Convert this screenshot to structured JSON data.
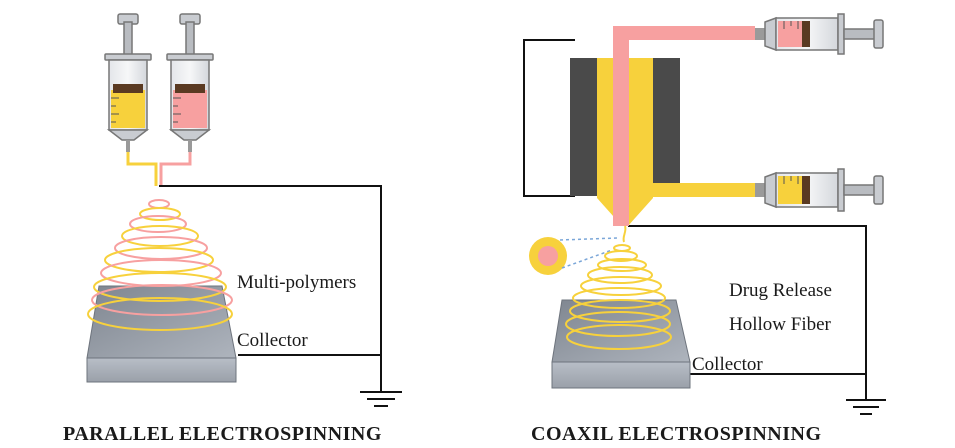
{
  "left_panel": {
    "label_polymers": "Multi-polymers",
    "label_collector": "Collector",
    "caption": "PARALLEL ELECTROSPINNING"
  },
  "right_panel": {
    "label_drug_release": "Drug Release",
    "label_hollow_fiber": "Hollow Fiber",
    "label_collector": "Collector",
    "caption": "COAXIL ELECTROSPINNING"
  },
  "colors": {
    "yellow_solution": "#f7d13c",
    "pink_solution": "#f7a0a0",
    "collector_top": "#8c929c",
    "collector_front": "#b9bfc8",
    "needle_gray": "#9a9a9a",
    "wire": "#111111",
    "electrode_dark": "#4a4a4a",
    "plunger_brown": "#5a3a22"
  }
}
